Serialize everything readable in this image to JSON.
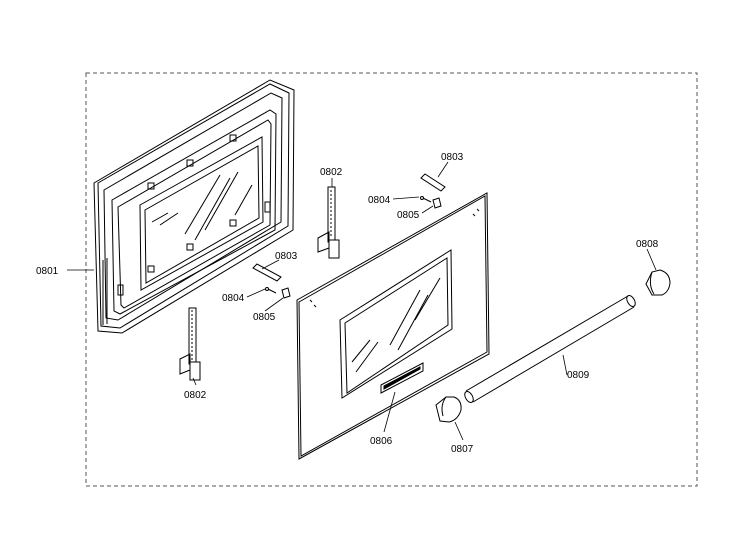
{
  "labels": {
    "p0801": "0801",
    "p0802_top": "0802",
    "p0802_bottom": "0802",
    "p0803_left": "0803",
    "p0803_right": "0803",
    "p0804_left": "0804",
    "p0804_right": "0804",
    "p0805_left": "0805",
    "p0805_right": "0805",
    "p0806": "0806",
    "p0807": "0807",
    "p0808": "0808",
    "p0809": "0809"
  },
  "colors": {
    "line": "#000000",
    "border": "#555555",
    "background": "#ffffff"
  }
}
